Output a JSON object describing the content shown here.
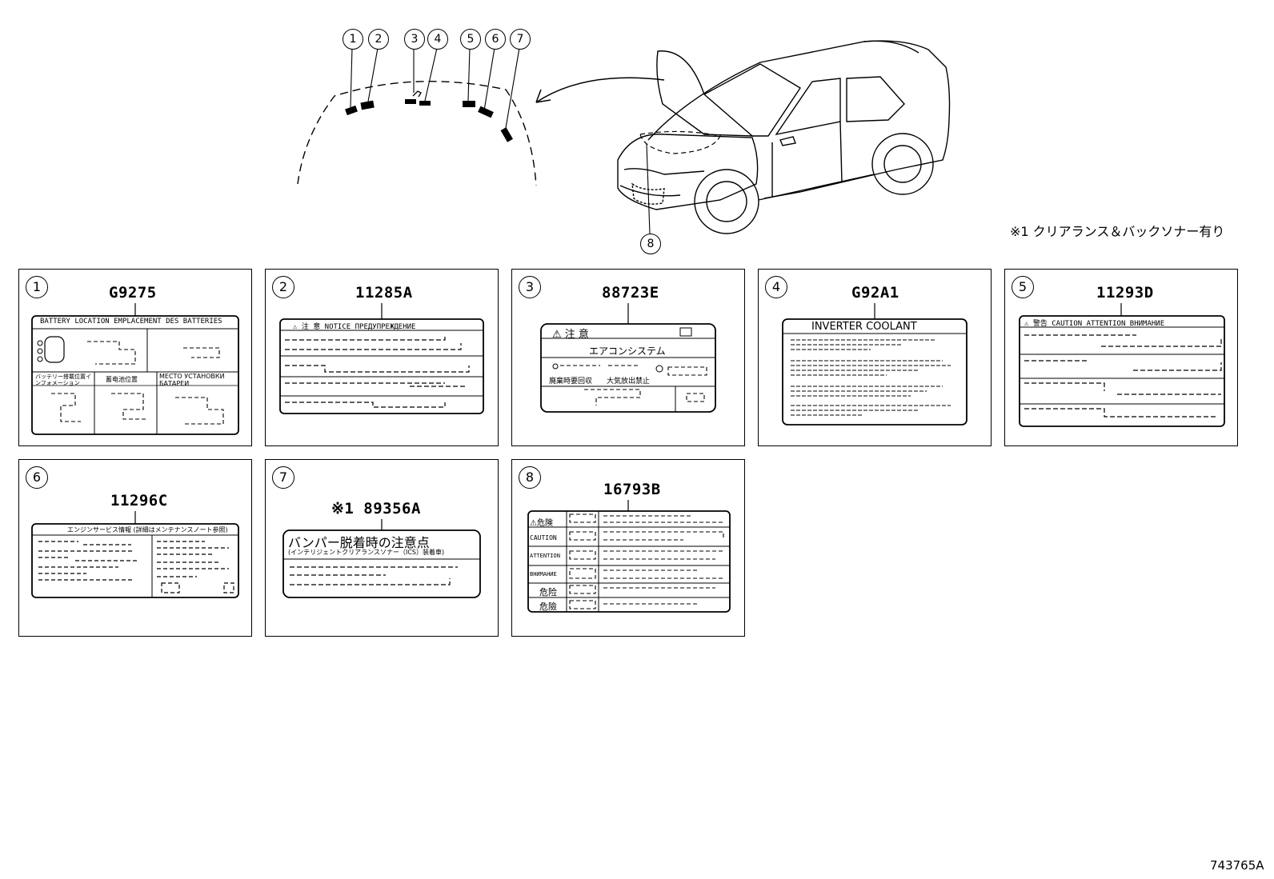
{
  "note": "※1  クリアランス＆バックソナー有り",
  "figure_id": "743765A",
  "callouts": [
    "1",
    "2",
    "3",
    "4",
    "5",
    "6",
    "7",
    "8"
  ],
  "panels": [
    {
      "num": "1",
      "code": "G9275",
      "label_title": "BATTERY LOCATION    EMPLACEMENT DES BATTERIES",
      "cells": [
        "バッテリー搭載位置インフォメーション",
        "蓄电池位置",
        "МЕСТО УСТАНОВКИ БАТАРЕИ"
      ]
    },
    {
      "num": "2",
      "code": "11285A",
      "label_title": "⚠ 注 意  NOTICE   ПРЕДУПРЕЖДЕНИЕ"
    },
    {
      "num": "3",
      "code": "88723E",
      "label_title": "⚠ 注 意",
      "label_sub": "エアコンシステム",
      "cells": [
        "廃棄時要回収",
        "大気放出禁止"
      ]
    },
    {
      "num": "4",
      "code": "G92A1",
      "label_title": "INVERTER COOLANT"
    },
    {
      "num": "5",
      "code": "11293D",
      "label_title": "⚠ 警告  CAUTION  ATTENTION  ВНИМАНИЕ"
    },
    {
      "num": "6",
      "code": "11296C",
      "label_title": "エンジンサービス情報   (詳細はメンテナンスノート参照)"
    },
    {
      "num": "7",
      "code": "※1 89356A",
      "label_title": "バンパー脱着時の注意点",
      "label_sub": "(インテリジェントクリアランスソナー（ICS）装着車)"
    },
    {
      "num": "8",
      "code": "16793B",
      "rows": [
        "⚠危険",
        "CAUTION",
        "ATTENTION",
        "ВНИМАНИЕ",
        "危险",
        "危險"
      ]
    }
  ]
}
